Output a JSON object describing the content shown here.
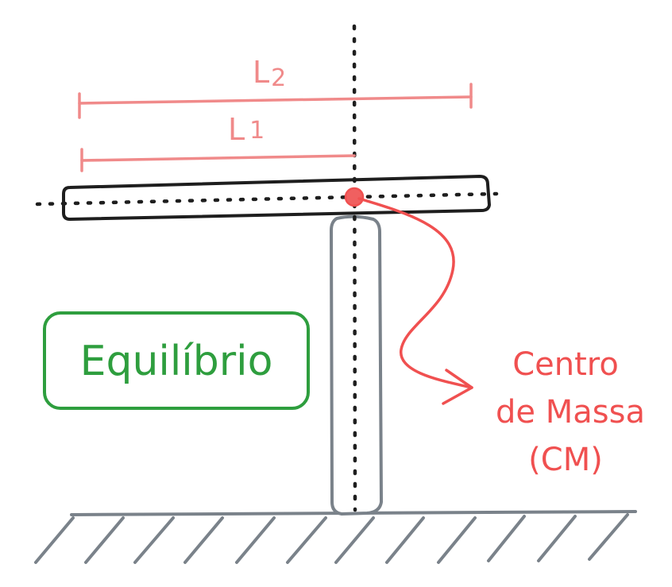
{
  "labels": {
    "l2": "L",
    "l2_sub": "2",
    "l1": "L",
    "l1_sub": "1",
    "state": "Equilíbrio",
    "cm_line1": "Centro",
    "cm_line2": "de Massa",
    "cm_line3": "(CM)"
  },
  "colors": {
    "dimension": "#f08a8a",
    "cm": "#f05050",
    "state": "#2e9e3e",
    "bar": "#1e1e1e",
    "support": "#7a828a",
    "ground": "#7a828a",
    "axis": "#1e1e1e"
  }
}
